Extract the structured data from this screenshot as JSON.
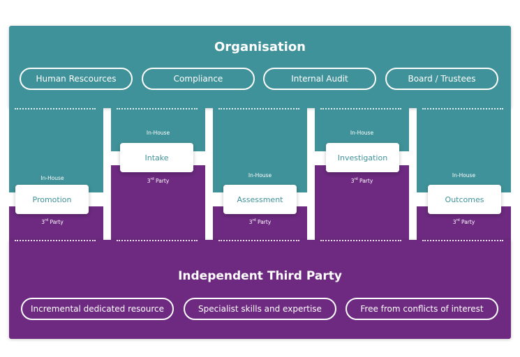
{
  "organisation": {
    "title": "Organisation",
    "pills": [
      "Human Rescources",
      "Compliance",
      "Internal Audit",
      "Board / Trustees"
    ]
  },
  "third_party": {
    "title": "Independent Third Party",
    "pills": [
      "Incremental dedicated resource",
      "Specialist skills and expertise",
      "Free from conflicts of interest"
    ]
  },
  "labels": {
    "in_house": "In-House",
    "third_party_num": "3",
    "third_party_sup": "rd",
    "third_party_word": " Party"
  },
  "stages": [
    "Promotion",
    "Intake",
    "Assessment",
    "Investigation",
    "Outcomes"
  ],
  "colors": {
    "teal": "#3f9299",
    "purple": "#6d2a80",
    "white": "#ffffff"
  }
}
